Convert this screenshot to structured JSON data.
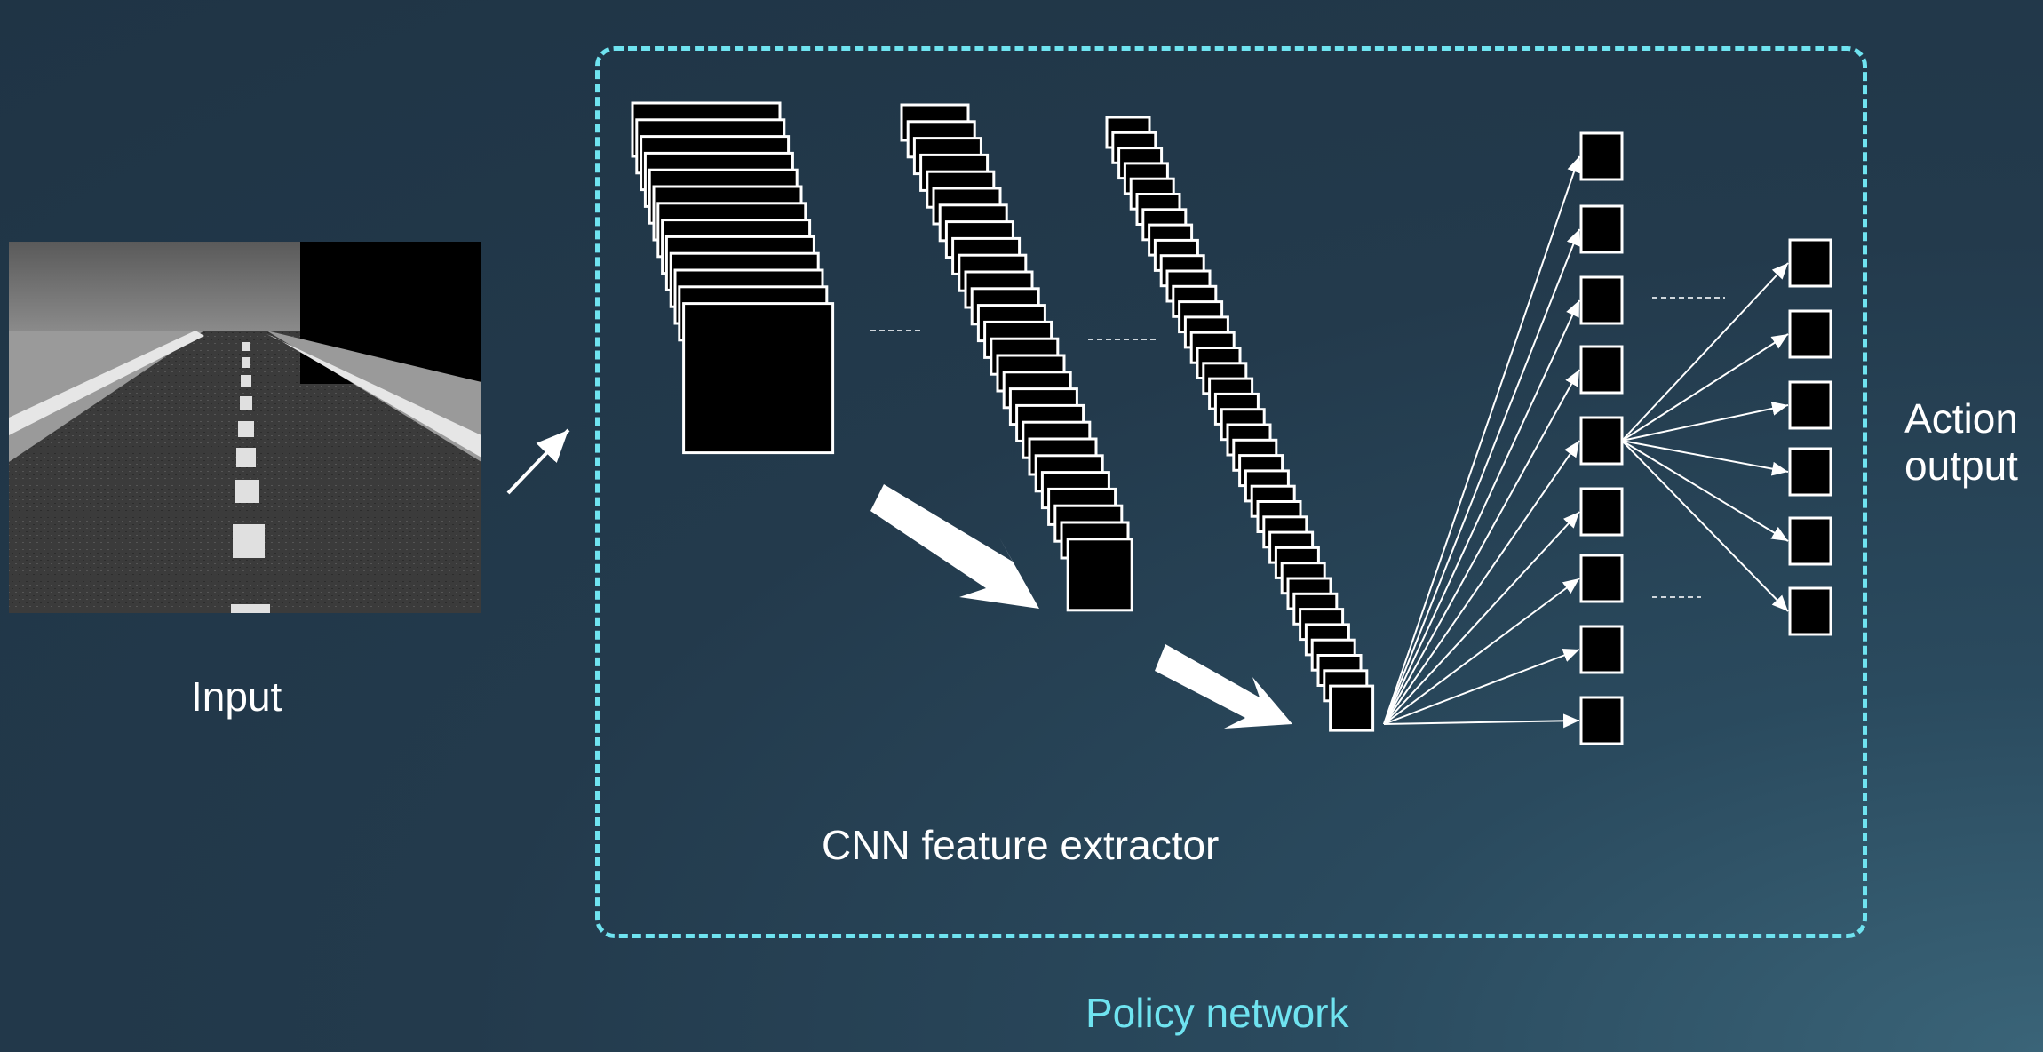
{
  "labels": {
    "input": "Input",
    "cnn": "CNN feature extractor",
    "action_line1": "Action",
    "action_line2": "output",
    "policy": "Policy network"
  },
  "colors": {
    "dashed_border": "#6fe3f0",
    "policy_text": "#6fe3f0",
    "text": "#ffffff",
    "background": "#233a4c",
    "node_fill": "#000000",
    "node_stroke": "#ffffff"
  },
  "icons": [
    "arrow-icon",
    "road-image"
  ]
}
